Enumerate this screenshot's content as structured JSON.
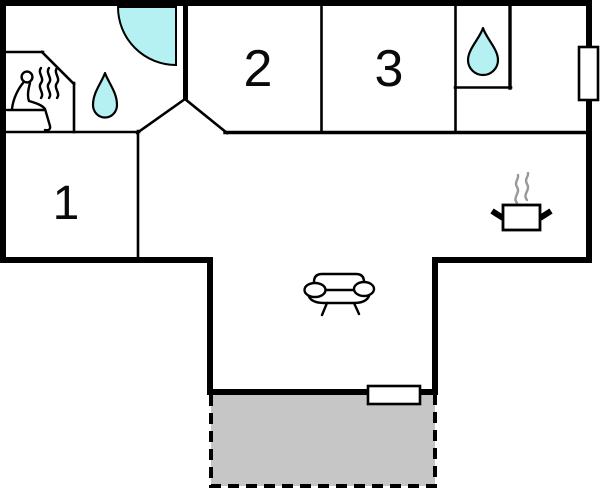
{
  "floor_plan": {
    "rooms": [
      {
        "id": "room-1",
        "label": "1"
      },
      {
        "id": "room-2",
        "label": "2"
      },
      {
        "id": "room-3",
        "label": "3"
      }
    ],
    "icons": {
      "sauna": "sauna-person-with-heat-waves-icon",
      "shower": "water-drop-icon",
      "bathroom": "water-drop-icon",
      "entrance": "door-swing-quarter-circle-icon",
      "kitchen": "steaming-pot-icon",
      "living": "sofa-icon",
      "window": "window-opening",
      "patio_door": "patio-door-opening",
      "terrace": "dashed-terrace-area"
    },
    "colors": {
      "wall": "#000000",
      "water": "#b5f1f2",
      "terrace_fill": "#c6c6c6",
      "steam": "#999999",
      "background": "#ffffff"
    }
  }
}
